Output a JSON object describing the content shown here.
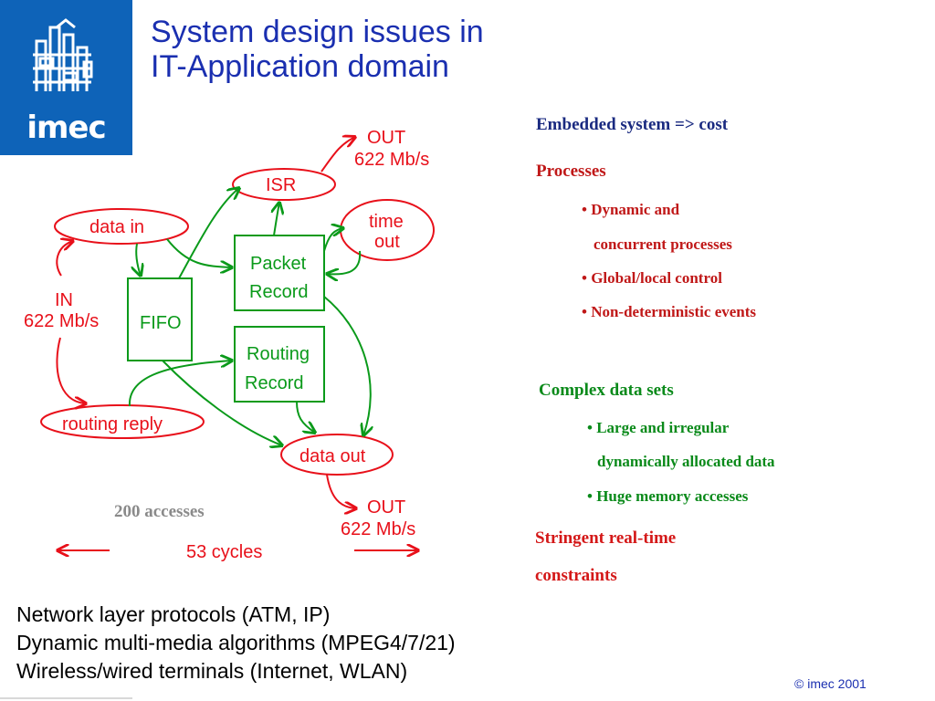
{
  "logo": {
    "text": "imec",
    "color": "#0e63b8"
  },
  "title": {
    "line1": "System design issues in",
    "line2": "IT-Application domain",
    "color": "#1a2fb0"
  },
  "diagram": {
    "nodes": {
      "isr": "ISR",
      "data_in": "data in",
      "time_out_1": "time",
      "time_out_2": "out",
      "packet_record_1": "Packet",
      "packet_record_2": "Record",
      "fifo": "FIFO",
      "routing_record_1": "Routing",
      "routing_record_2": "Record",
      "routing_reply": "routing reply",
      "data_out": "data out"
    },
    "out_top": {
      "label": "OUT",
      "rate": "622 Mb/s"
    },
    "in": {
      "label": "IN",
      "rate": "622 Mb/s"
    },
    "out_bottom": {
      "label": "OUT",
      "rate": "622 Mb/s"
    },
    "accesses": "200 accesses",
    "cycles": "53 cycles",
    "colors": {
      "red": "#e8101a",
      "green": "#0a9a1a",
      "gray": "#8a8a8a"
    }
  },
  "right_panel": {
    "embedded": "Embedded system => cost",
    "processes": {
      "heading": "Processes",
      "items": [
        "Dynamic and",
        "concurrent processes",
        "Global/local control",
        "Non-deterministic events"
      ]
    },
    "complex": {
      "heading": "Complex data sets",
      "items": [
        "Large and irregular",
        "dynamically allocated data",
        "Huge memory accesses"
      ]
    },
    "stringent": {
      "line1": "Stringent real-time",
      "line2": "constraints"
    }
  },
  "bottom": {
    "lines": [
      "Network layer protocols (ATM, IP)",
      "Dynamic multi-media algorithms (MPEG4/7/21)",
      "Wireless/wired terminals (Internet, WLAN)"
    ]
  },
  "copyright": "© imec 2001"
}
